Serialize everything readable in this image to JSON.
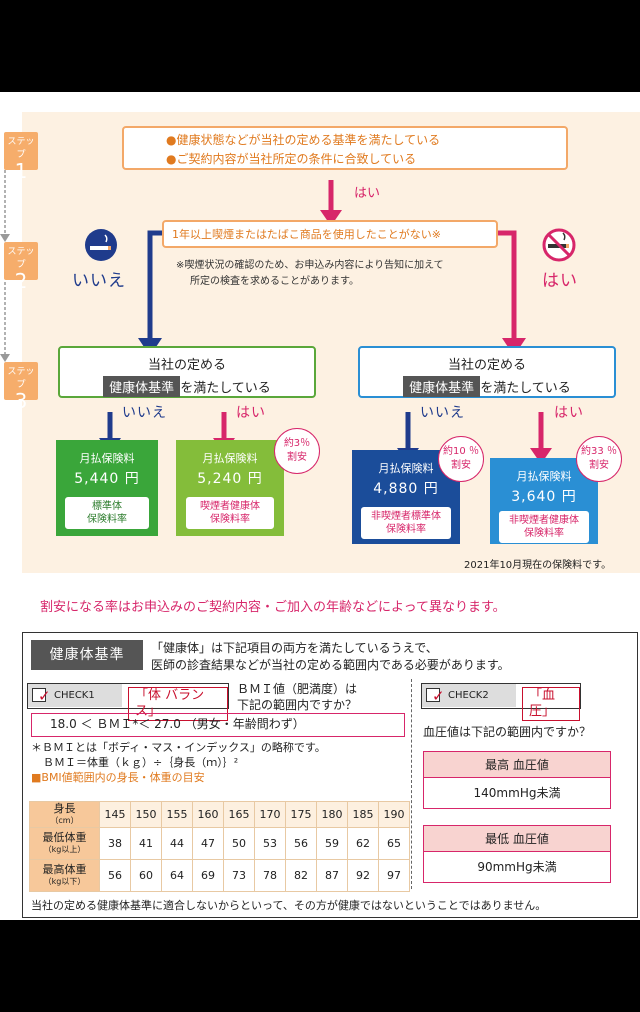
{
  "steps": {
    "label": "ステップ",
    "n1": "1",
    "n2": "2",
    "n3": "3"
  },
  "step1": {
    "cond1": "●健康状態などが当社の定める基準を満たしている",
    "cond2": "●ご契約内容が当社所定の条件に合致している",
    "yes": "はい"
  },
  "step2": {
    "question": "1年以上喫煙またはたばこ商品を使用したことがない※",
    "no": "いいえ",
    "yes": "はい",
    "note1": "※喫煙状況の確認のため、お申込み内容により告知に加えて",
    "note2": "所定の検査を求めることがあります。"
  },
  "step3": {
    "left": {
      "line1": "当社の定める",
      "tag": "健康体基準",
      "line2": "を満たしている",
      "no": "いいえ",
      "yes": "はい"
    },
    "right": {
      "line1": "当社の定める",
      "tag": "健康体基準",
      "line2": "を満たしている",
      "no": "いいえ",
      "yes": "はい"
    }
  },
  "premiums": [
    {
      "label": "月払保険料",
      "value": "5,440 円",
      "type1": "標準体",
      "type2": "保険料率",
      "color": "#3aa63a"
    },
    {
      "label": "月払保険料",
      "value": "5,240 円",
      "type1": "喫煙者健康体",
      "type2": "保険料率",
      "color": "#84bd3a",
      "discount1": "約3％",
      "discount2": "割安"
    },
    {
      "label": "月払保険料",
      "value": "4,880 円",
      "type1": "非喫煙者標準体",
      "type2": "保険料率",
      "color": "#1b4d9a",
      "discount1": "約10 ％",
      "discount2": "割安"
    },
    {
      "label": "月払保険料",
      "value": "3,640 円",
      "type1": "非喫煙者健康体",
      "type2": "保険料率",
      "color": "#2a8fd4",
      "discount1": "約33 ％",
      "discount2": "割安"
    }
  ],
  "as_of": "2021年10月現在の保険料です。",
  "discount_note": "割安になる率はお申込みのご契約内容・ご加入の年齢などによって異なります。",
  "health": {
    "title": "健康体基準",
    "intro1": "「健康体」は下記項目の両方を満たしているうえで、",
    "intro2": "医師の診査結果などが当社の定める範囲内である必要があります。",
    "check1": {
      "code": "CHECK1",
      "name": "「体 バランス」",
      "q1": "ＢＭＩ値（肥満度）は",
      "q2": "下記の範囲内ですか？"
    },
    "check2": {
      "code": "CHECK2",
      "name": "「血圧」"
    },
    "formula": "18.0 ＜ ＢＭＩ*＜ 27.0 （男女・年齢問わず）",
    "bmi_note1": "＊ＢＭＩとは「ボディ・マス・インデックス」の略称です。",
    "bmi_note2": "ＢＭＩ＝体重（ｋｇ）÷｛身長（ｍ）｝²",
    "bmi_note3": "■BMI値範囲内の身長・体重の目安",
    "table": {
      "h_height": "身長",
      "u_height": "（cm）",
      "h_min": "最低体重",
      "u_min": "（kg以上）",
      "h_max": "最高体重",
      "u_max": "（kg以下）",
      "heights": [
        "145",
        "150",
        "155",
        "160",
        "165",
        "170",
        "175",
        "180",
        "185",
        "190"
      ],
      "min": [
        "38",
        "41",
        "44",
        "47",
        "50",
        "53",
        "56",
        "59",
        "62",
        "65"
      ],
      "max": [
        "56",
        "60",
        "64",
        "69",
        "73",
        "78",
        "82",
        "87",
        "92",
        "97"
      ]
    },
    "bp_question": "血圧値は下記の範囲内ですか？",
    "bp_high_h": "最高 血圧値",
    "bp_high_v": "140mmHg未満",
    "bp_low_h": "最低 血圧値",
    "bp_low_v": "90mmHg未満",
    "footnote": "当社の定める健康体基準に適合しないからといって、その方が健康ではないということではありません。"
  }
}
